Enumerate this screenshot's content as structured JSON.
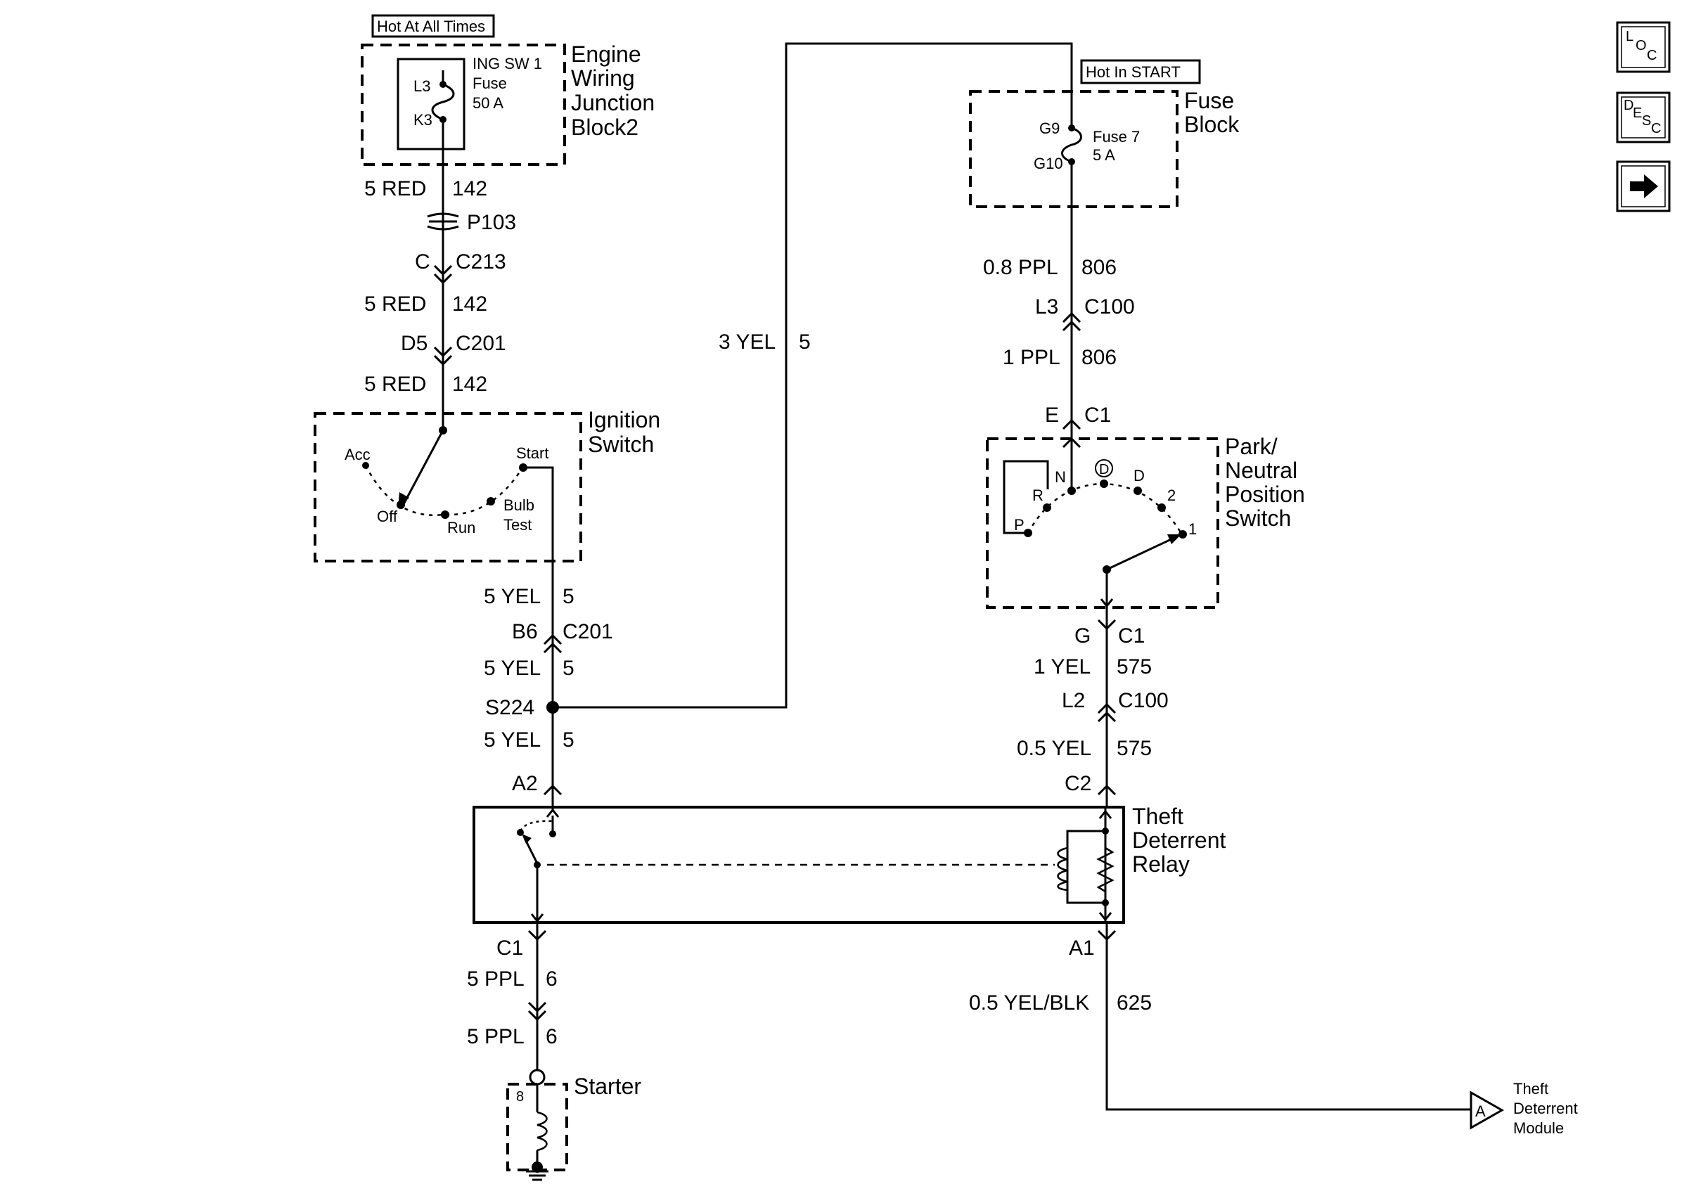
{
  "nav": {
    "loc": {
      "l": "L",
      "o": "O",
      "c": "C"
    },
    "desc": {
      "d": "D",
      "e": "E",
      "s": "S",
      "c": "C"
    }
  },
  "tags": {
    "hot_at_all_times": "Hot At All Times",
    "hot_in_start": "Hot In START"
  },
  "components": {
    "ewjb": {
      "name_lines": [
        "Engine",
        "Wiring",
        "Junction",
        "Block2"
      ],
      "fuse_name": "ING SW 1",
      "fuse_word": "Fuse",
      "fuse_rating": "50 A",
      "pin_top": "L3",
      "pin_bottom": "K3"
    },
    "fuse_block": {
      "name_lines": [
        "Fuse",
        "Block"
      ],
      "fuse_name": "Fuse 7",
      "fuse_rating": "5 A",
      "pin_top": "G9",
      "pin_bottom": "G10"
    },
    "ignition_switch": {
      "name_lines": [
        "Ignition",
        "Switch"
      ],
      "positions": {
        "acc": "Acc",
        "off": "Off",
        "run": "Run",
        "bulb1": "Bulb",
        "bulb2": "Test",
        "start": "Start"
      }
    },
    "pnp_switch": {
      "name_lines": [
        "Park/",
        "Neutral",
        "Position",
        "Switch"
      ],
      "positions": {
        "p": "P",
        "r": "R",
        "n": "N",
        "od": "D",
        "d": "D",
        "two": "2",
        "one": "1"
      }
    },
    "relay": {
      "name_lines": [
        "Theft",
        "Deterrent",
        "Relay"
      ]
    },
    "starter": {
      "name": "Starter",
      "pin": "8"
    },
    "module": {
      "letter": "A",
      "name_lines": [
        "Theft",
        "Deterrent",
        "Module"
      ]
    }
  },
  "left_circuit": {
    "w1": {
      "color": "5 RED",
      "circuit": "142"
    },
    "splice_p103": "P103",
    "c213": {
      "pin": "C",
      "connector": "C213"
    },
    "w2": {
      "color": "5 RED",
      "circuit": "142"
    },
    "c201a": {
      "pin": "D5",
      "connector": "C201"
    },
    "w3": {
      "color": "5 RED",
      "circuit": "142"
    },
    "w4": {
      "color": "5 YEL",
      "circuit": "5"
    },
    "c201b": {
      "pin": "B6",
      "connector": "C201"
    },
    "w5": {
      "color": "5 YEL",
      "circuit": "5"
    },
    "splice": "S224",
    "w6": {
      "color": "5 YEL",
      "circuit": "5"
    },
    "relay_a2": "A2",
    "relay_c1": "C1",
    "w7": {
      "color": "5 PPL",
      "circuit": "6"
    },
    "w8": {
      "color": "5 PPL",
      "circuit": "6"
    }
  },
  "cross_wire": {
    "color": "3 YEL",
    "circuit": "5"
  },
  "right_circuit": {
    "w1": {
      "color": "0.8 PPL",
      "circuit": "806"
    },
    "c100a": {
      "pin": "L3",
      "connector": "C100"
    },
    "w2": {
      "color": "1 PPL",
      "circuit": "806"
    },
    "c1a": {
      "pin": "E",
      "connector": "C1"
    },
    "c1b": {
      "pin": "G",
      "connector": "C1"
    },
    "w3": {
      "color": "1 YEL",
      "circuit": "575"
    },
    "c100b": {
      "pin": "L2",
      "connector": "C100"
    },
    "w4": {
      "color": "0.5 YEL",
      "circuit": "575"
    },
    "relay_c2": "C2",
    "relay_a1": "A1",
    "w5": {
      "color": "0.5 YEL/BLK",
      "circuit": "625"
    }
  }
}
